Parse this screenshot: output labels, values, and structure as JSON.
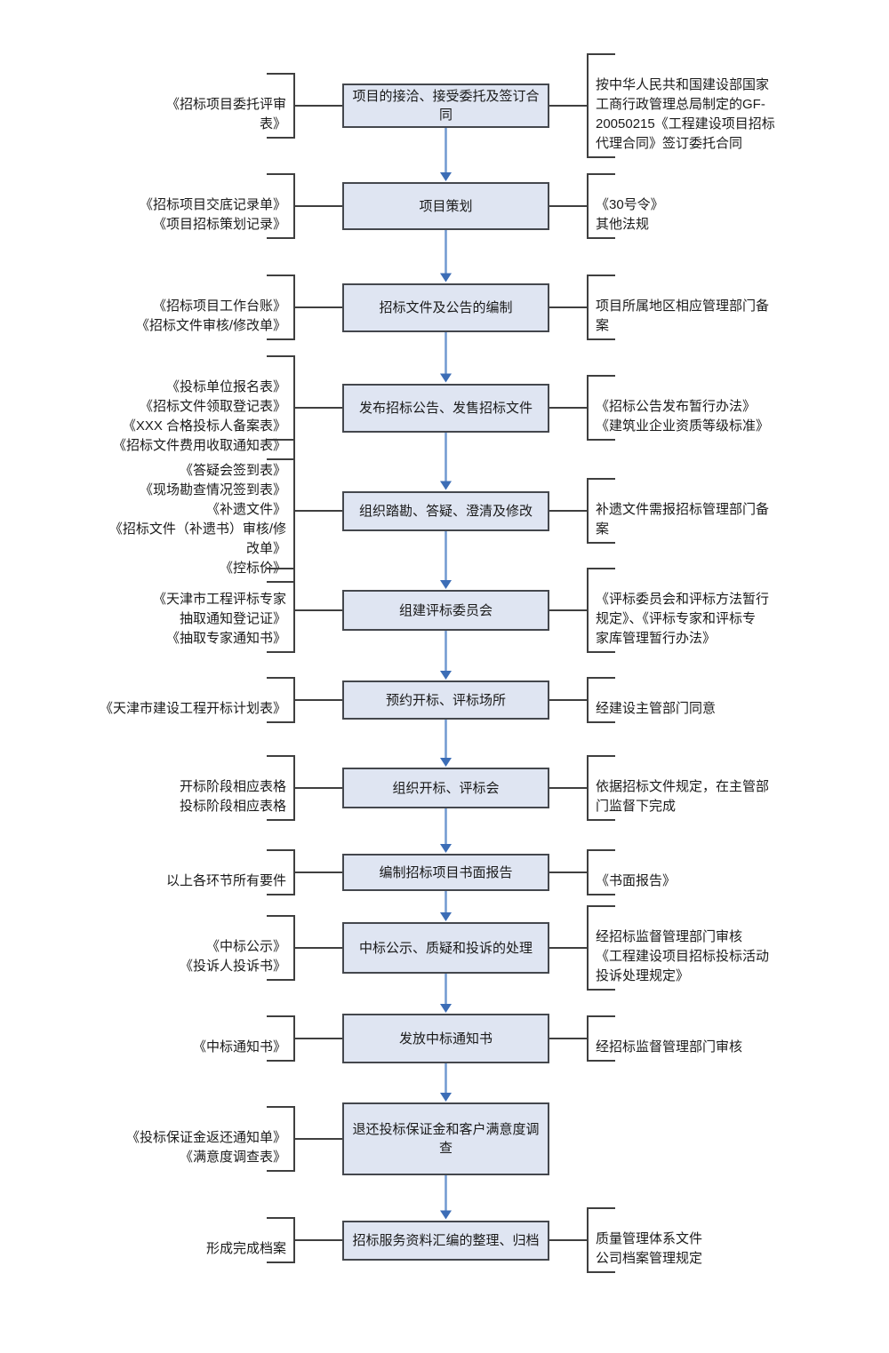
{
  "colors": {
    "line": "#3f3f3f",
    "text": "#1a1a1a",
    "box_fill": "#dfe5f2",
    "box_border": "#44474d",
    "arrow_stem": "#7099d1",
    "arrow_head": "#3c6db6",
    "background": "#ffffff"
  },
  "rows": [
    {
      "left": "《招标项目委托评审\n表》",
      "center": "项目的接洽、接受委托及签订合\n同",
      "right": "按中华人民共和国建设部国家\n工商行政管理总局制定的GF-\n20050215《工程建设项目招标\n代理合同》签订委托合同"
    },
    {
      "left": "《招标项目交底记录单》\n《项目招标策划记录》",
      "center": "项目策划",
      "right": "《30号令》\n其他法规"
    },
    {
      "left": "《招标项目工作台账》\n《招标文件审核/修改单》",
      "center": "招标文件及公告的编制",
      "right": "项目所属地区相应管理部门备\n案"
    },
    {
      "left": "《投标单位报名表》\n《招标文件领取登记表》\n《XXX 合格投标人备案表》\n《招标文件费用收取通知表》",
      "center": "发布招标公告、发售招标文件",
      "right": "《招标公告发布暂行办法》\n《建筑业企业资质等级标准》"
    },
    {
      "left": "《答疑会签到表》\n《现场勘查情况签到表》\n《补遗文件》\n《招标文件（补遗书）审核/修\n改单》\n《控标价》",
      "center": "组织踏勘、答疑、澄清及修改",
      "right": "补遗文件需报招标管理部门备\n案"
    },
    {
      "left": "《天津市工程评标专家\n抽取通知登记证》\n《抽取专家通知书》",
      "center": "组建评标委员会",
      "right": "《评标委员会和评标方法暂行\n规定》、《评标专家和评标专\n家库管理暂行办法》"
    },
    {
      "left": "《天津市建设工程开标计划表》",
      "center": "预约开标、评标场所",
      "right": "经建设主管部门同意"
    },
    {
      "left": "开标阶段相应表格\n投标阶段相应表格",
      "center": "组织开标、评标会",
      "right": "依据招标文件规定，在主管部\n门监督下完成"
    },
    {
      "left": "以上各环节所有要件",
      "center": "编制招标项目书面报告",
      "right": "《书面报告》"
    },
    {
      "left": "《中标公示》\n《投诉人投诉书》",
      "center": "中标公示、质疑和投诉的处理",
      "right": "经招标监督管理部门审核\n《工程建设项目招标投标活动\n投诉处理规定》"
    },
    {
      "left": "《中标通知书》",
      "center": "发放中标通知书",
      "right": "经招标监督管理部门审核"
    },
    {
      "left": "《投标保证金返还通知单》\n《满意度调查表》",
      "center": "退还投标保证金和客户满意度调\n查",
      "right": null
    },
    {
      "left": "形成完成档案",
      "center": "招标服务资料汇编的整理、归档",
      "right": "质量管理体系文件\n公司档案管理规定"
    }
  ]
}
